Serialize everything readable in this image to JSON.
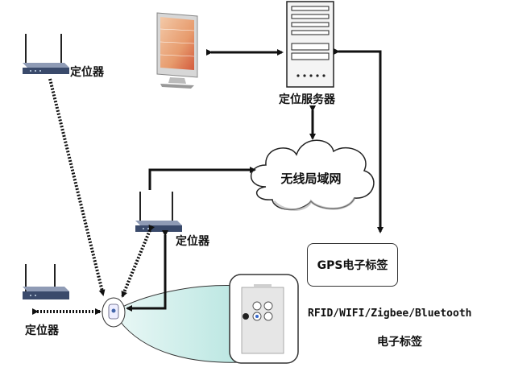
{
  "labels": {
    "locator_top": "定位器",
    "locator_mid": "定位器",
    "locator_bottom": "定位器",
    "server": "定位服务器",
    "wlan": "无线局域网",
    "gps_tag": "GPS电子标签",
    "rfid_protocols": "RFID/WIFI/Zigbee/Bluetooth",
    "rfid_tag": "电子标签"
  },
  "colors": {
    "line": "#111111",
    "router_body": "#3a4a6b",
    "cloud_fill": "#ffffff",
    "beam": "#c9ece8",
    "tag_card": "#e4e4e4"
  },
  "icons": [
    "router-icon",
    "monitor-icon",
    "server-tower-icon",
    "cloud-icon",
    "tag-device-icon"
  ]
}
